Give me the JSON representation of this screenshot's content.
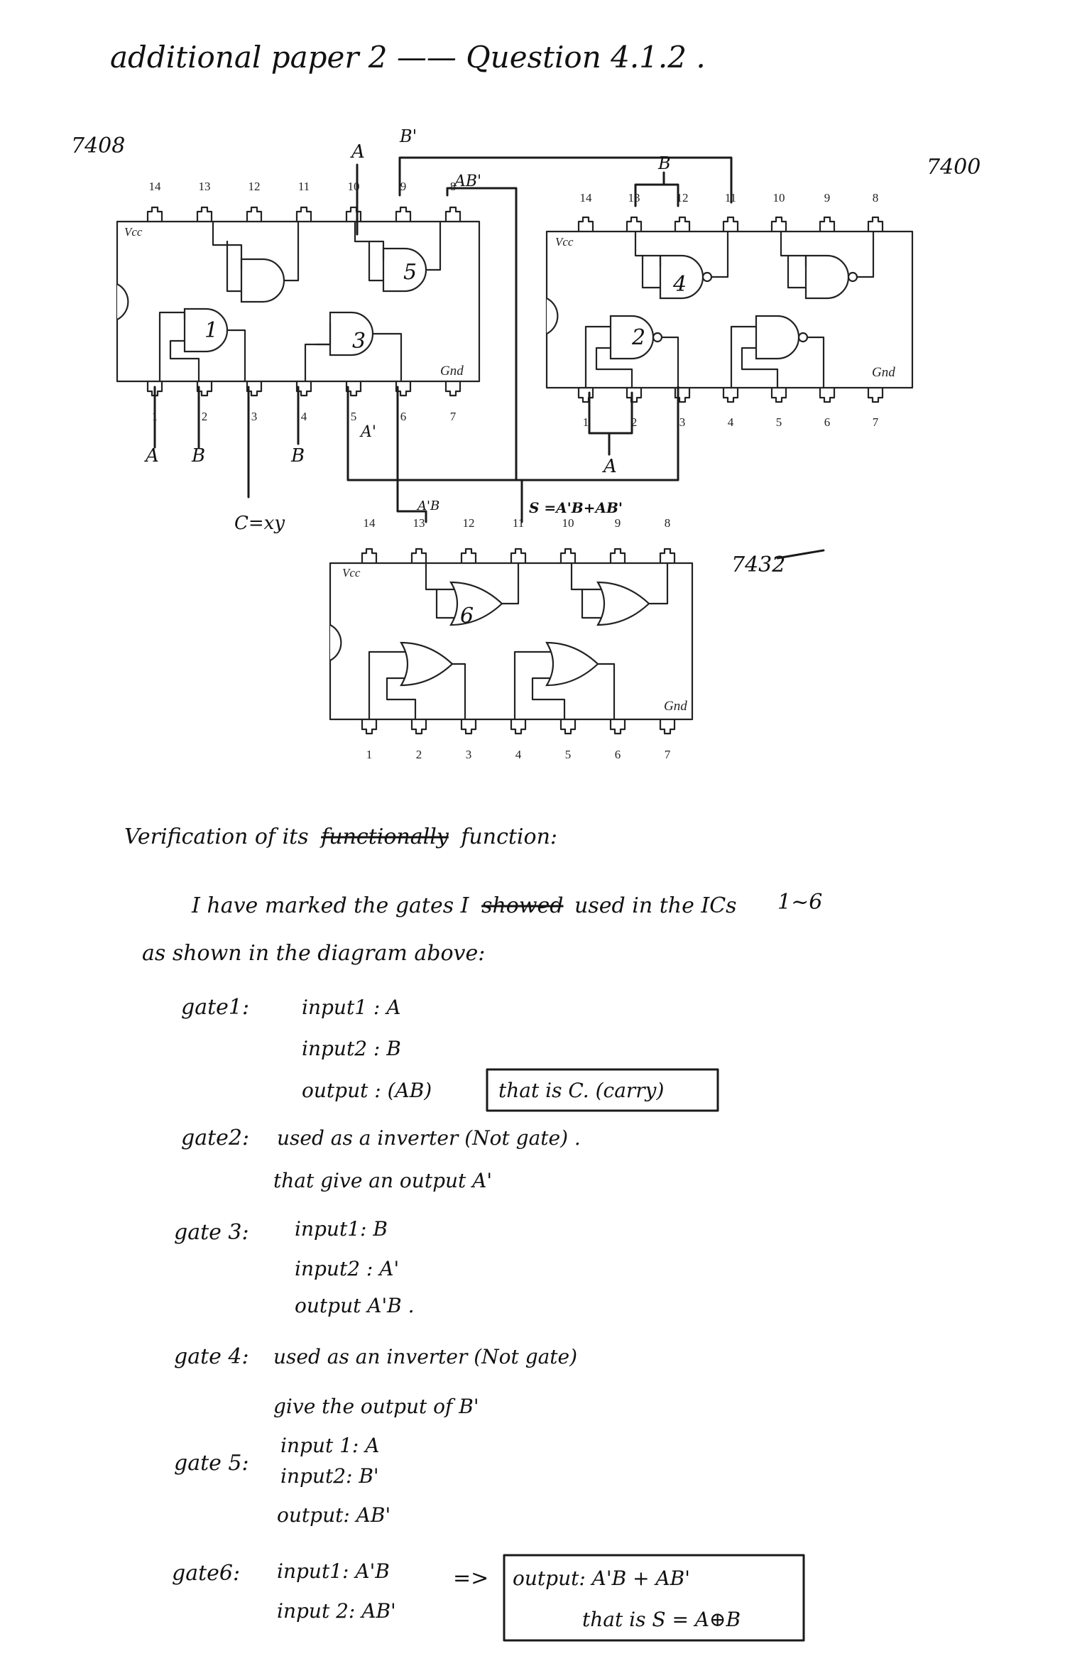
{
  "header": "additional paper 2 —— Question 4.1.2 .",
  "chips": {
    "and": {
      "label": "7408",
      "vcc": "Vcc",
      "gnd": "Gnd"
    },
    "nand": {
      "label": "7400",
      "vcc": "Vcc",
      "gnd": "Gnd"
    },
    "or": {
      "label": "7432",
      "vcc": "Vcc",
      "gnd": "Gnd"
    }
  },
  "pins_top": [
    "14",
    "13",
    "12",
    "11",
    "10",
    "9",
    "8"
  ],
  "pins_bottom": [
    "1",
    "2",
    "3",
    "4",
    "5",
    "6",
    "7"
  ],
  "gates": [
    "1",
    "2",
    "3",
    "4",
    "5",
    "6"
  ],
  "signals": {
    "A": "A",
    "B": "B",
    "Bp": "B'",
    "Ap": "A'",
    "ABp": "AB'",
    "ApB": "A'B",
    "carry": "C=xy",
    "sum": "S =A'B+AB'"
  },
  "verification": {
    "heading_pre": "Verification of its",
    "heading_struck": "functionally",
    "heading_post": "function:",
    "line1_pre": "I have marked the gates I",
    "line1_struck": "showed",
    "line1_post": "used in the ICs",
    "line1_range": "1~6",
    "line2": "as shown in the diagram above:",
    "gate1": {
      "name": "gate1:",
      "in1": "input1 : A",
      "in2": "input2 : B",
      "out": "output : (AB)",
      "box": "that is C. (carry)"
    },
    "gate2": {
      "name": "gate2:",
      "line1": "used as a inverter (Not gate) .",
      "line2": "that give an output A'"
    },
    "gate3": {
      "name": "gate 3:",
      "in1": "input1: B",
      "in2": "input2 : A'",
      "out": "output A'B ."
    },
    "gate4": {
      "name": "gate 4:",
      "line1": "used as an inverter (Not gate)",
      "line2": "give the output of B'"
    },
    "gate5": {
      "name": "gate 5:",
      "in1": "input 1: A",
      "in2": "input2: B'",
      "out": "output: AB'"
    },
    "gate6": {
      "name": "gate6:",
      "in1": "input1: A'B",
      "in2": "input 2: AB'",
      "arrow": "=>",
      "box1": "output: A'B + AB'",
      "box2": "that is S = A⊕B"
    }
  }
}
